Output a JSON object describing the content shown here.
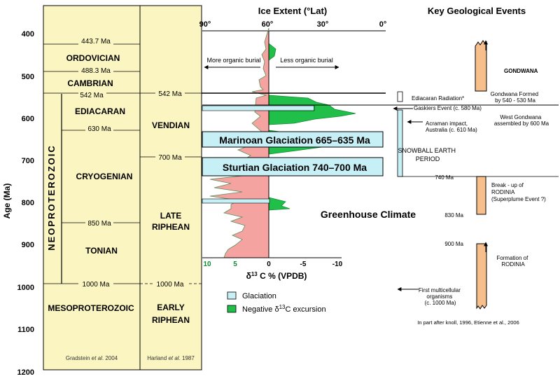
{
  "axis": {
    "label": "Age (Ma)",
    "ticks": [
      "400",
      "500",
      "600",
      "700",
      "800",
      "900",
      "1000",
      "1100",
      "1200"
    ]
  },
  "gradstein": {
    "col_label": "NEOPROTEROZOIC",
    "dates": [
      "443.7 Ma",
      "488.3 Ma",
      "542 Ma",
      "630 Ma",
      "850 Ma",
      "1000 Ma"
    ],
    "periods": [
      "ORDOVICIAN",
      "CAMBRIAN",
      "EDIACARAN",
      "CRYOGENIAN",
      "TONIAN",
      "MESOPROTEROZOIC"
    ],
    "credit_pre": "Gradstein ",
    "credit_italic": "et al",
    "credit_post": ". 2004"
  },
  "harland": {
    "dates": [
      "542 Ma",
      "700 Ma",
      "1000 Ma"
    ],
    "periods": [
      "VENDIAN",
      "LATE",
      "RIPHEAN",
      "EARLY",
      "RIPHEAN"
    ],
    "credit_pre": "Harland ",
    "credit_italic": "et al",
    "credit_post": ". 1987"
  },
  "ice": {
    "title": "Ice Extent (°Lat)",
    "ticks": [
      "90°",
      "60°",
      "30°",
      "0°"
    ],
    "more_burial": "More organic burial",
    "less_burial": "Less organic burial"
  },
  "carbon": {
    "ticks": [
      "10",
      "5",
      "0",
      "-5",
      "-10"
    ],
    "axis_label_pre": "δ",
    "axis_label_sup": "13",
    "axis_label_post": " C % (VPDB)"
  },
  "glaciations": [
    {
      "label": "Marinoan Glaciation 665–635 Ma"
    },
    {
      "label": "Sturtian Glaciation 740–700 Ma"
    }
  ],
  "greenhouse": "Greenhouse Climate",
  "legend": {
    "glaciation": "Glaciation",
    "excursion_pre": "Negative  δ",
    "excursion_sup": "13",
    "excursion_post": "C excursion"
  },
  "events": {
    "title": "Key Geological Events",
    "gondwana": "GONDWANA",
    "gondwana_formed": [
      "Gondwana Formed",
      "by 540 - 530 Ma"
    ],
    "ediacaran_radiation": "Ediacaran Radiation*",
    "gaskiers": "Gaskiers Event (c. 580 Ma)",
    "west_gondwana": [
      "West Gondwana",
      "assembled by 600 Ma"
    ],
    "acraman": [
      "Acraman impact,",
      "Australia (c. 610 Ma)"
    ],
    "snowball": [
      "SNOWBALL EARTH",
      "PERIOD"
    ],
    "rodinia_740": "740 Ma",
    "rodinia_830": "830 Ma",
    "breakup": [
      "Break - up of",
      "RODINIA",
      "(Superplume Event ?)"
    ],
    "rodinia_900": "900 Ma",
    "formation": [
      "Formation of",
      "RODINIA"
    ],
    "multicellular": [
      "First multicellular",
      "organisms",
      "(c. 1000 Ma)"
    ],
    "citation": "In part after knoll, 1996, Etienne et al., 2006"
  },
  "colors": {
    "yellow": "#fbf6c1",
    "pink": "#f4a3a0",
    "green": "#1fbf4a",
    "glaciation": "#c6eff6",
    "orange": "#f7bf8b"
  }
}
